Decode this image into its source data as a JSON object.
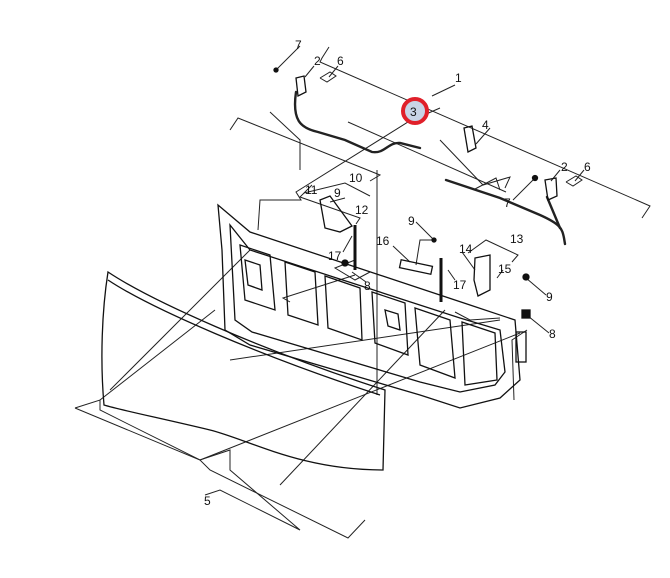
{
  "diagram": {
    "highlight_color": "#e0202a",
    "callouts": {
      "c1": "1",
      "c2a": "2",
      "c2b": "2",
      "c3": "3",
      "c4": "4",
      "c5": "5",
      "c6a": "6",
      "c6b": "6",
      "c7a": "7",
      "c7b": "7",
      "c8a": "8",
      "c8b": "8",
      "c9a": "9",
      "c9b": "9",
      "c9c": "9",
      "c10": "10",
      "c11": "11",
      "c12": "12",
      "c13": "13",
      "c14": "14",
      "c15": "15",
      "c16": "16",
      "c17a": "17",
      "c17b": "17"
    }
  }
}
